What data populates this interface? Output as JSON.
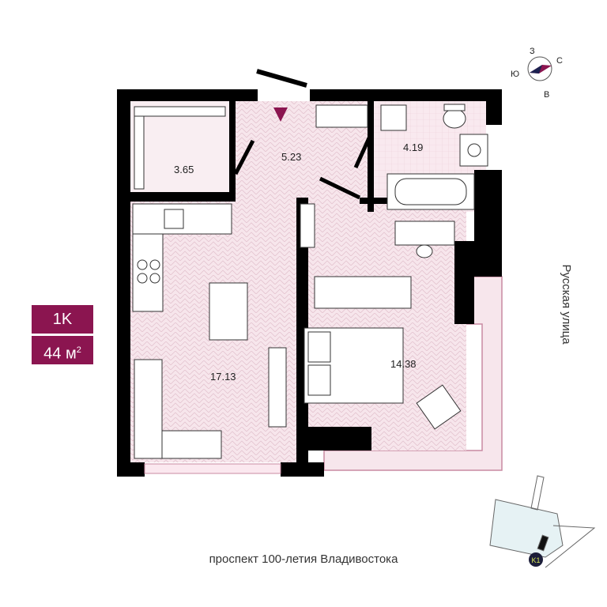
{
  "badge": {
    "type": "1K",
    "area": "44 м",
    "area_sup": "2",
    "color": "#8b1550"
  },
  "rooms": [
    {
      "name": "wardrobe",
      "area": "3.65"
    },
    {
      "name": "hallway",
      "area": "5.23"
    },
    {
      "name": "bathroom",
      "area": "4.19"
    },
    {
      "name": "kitchen-living",
      "area": "17.13"
    },
    {
      "name": "bedroom",
      "area": "14.38"
    }
  ],
  "compass": {
    "north": "С",
    "south": "Ю",
    "east": "В",
    "west": "З"
  },
  "streets": {
    "right": "Русская улица",
    "bottom": "проспект 100-летия Владивостока"
  },
  "site_plan": {
    "building_label": "K1"
  },
  "colors": {
    "floor": "#f7e6ec",
    "wall": "#000000",
    "accent": "#8b1550",
    "balcony": "#d9a3b6"
  }
}
